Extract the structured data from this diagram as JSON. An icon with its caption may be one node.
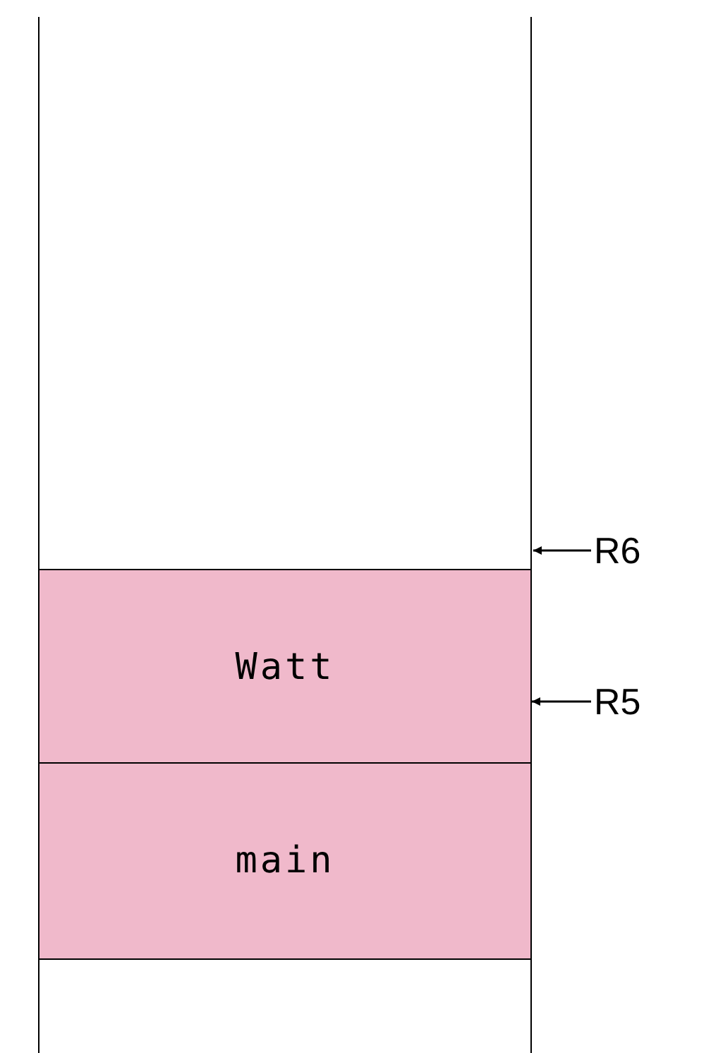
{
  "diagram": {
    "nodes": [
      {
        "text": [],
        "shape": "box"
      },
      {
        "text": [
          "Watt"
        ],
        "in": 0
      },
      {
        "text": [
          "main"
        ],
        "in": 0
      },
      {
        "text": [
          "R6"
        ]
      },
      {
        "text": [
          "R5"
        ]
      }
    ],
    "edges": [
      {
        "from": 3,
        "to": 0,
        "arrow": "to"
      },
      {
        "from": 4,
        "to": 1,
        "arrow": "to"
      }
    ]
  }
}
